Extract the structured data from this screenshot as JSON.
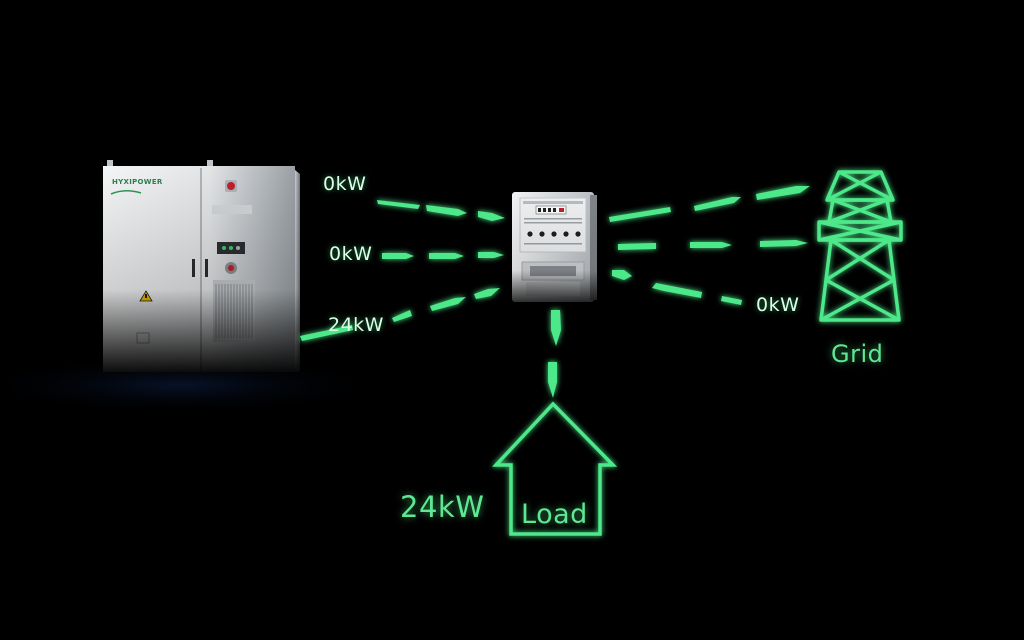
{
  "colors": {
    "accent": "#4ee88a",
    "background": "#000000"
  },
  "cabinet": {
    "brand": "HYXIPOWER"
  },
  "flows": {
    "battery_top": "0kW",
    "battery_mid": "0kW",
    "battery_bottom": "24kW",
    "grid": "0kW",
    "load": "24kW"
  },
  "labels": {
    "grid": "Grid",
    "load": "Load"
  },
  "icons": {
    "grid": "transmission-tower-icon",
    "load": "house-icon",
    "meter": "energy-meter-icon",
    "cabinet": "energy-storage-cabinet"
  }
}
